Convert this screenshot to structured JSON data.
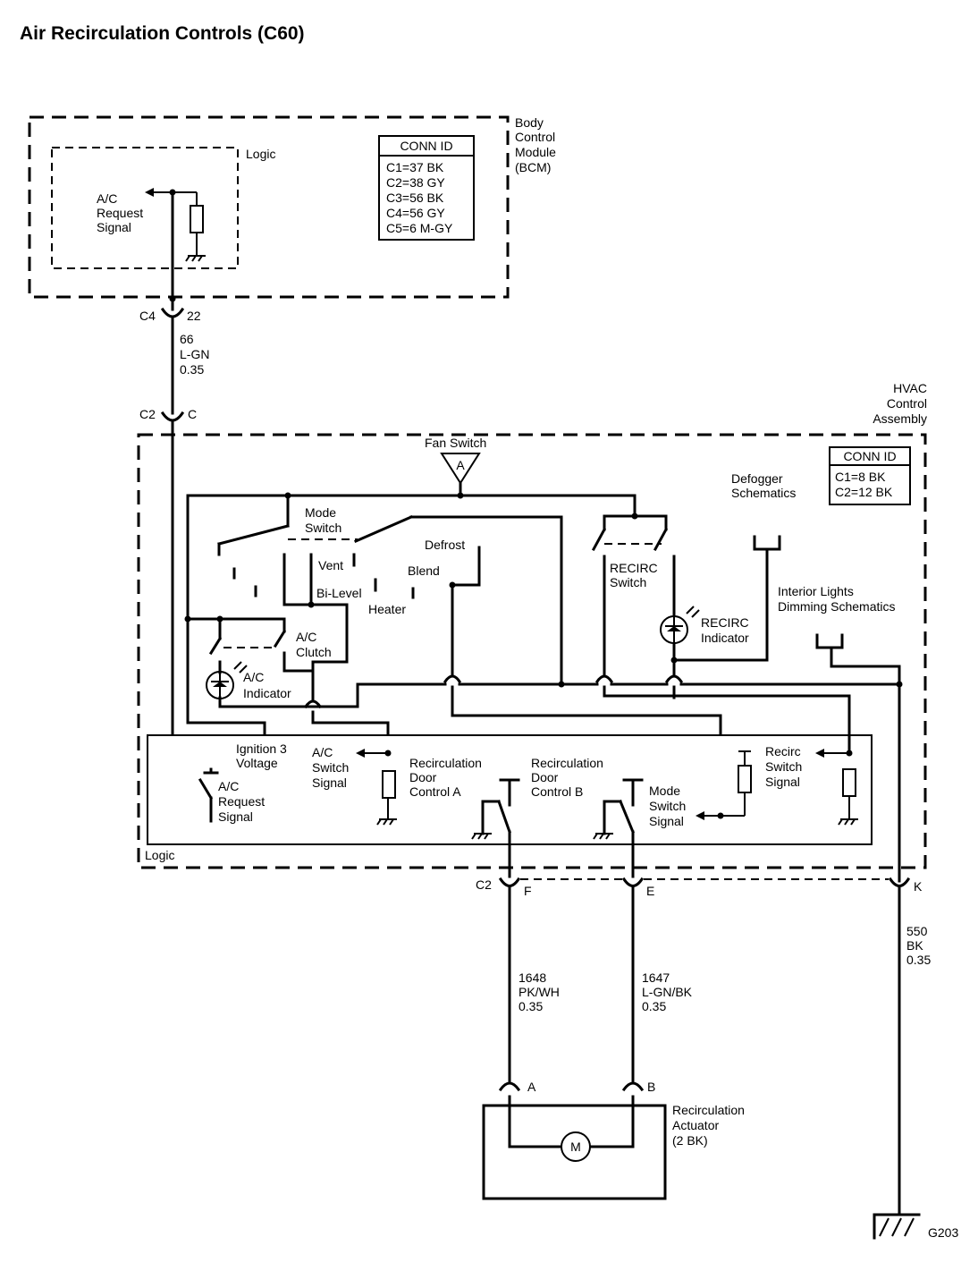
{
  "title": "Air Recirculation Controls (C60)",
  "bcm": {
    "name": [
      "Body",
      "Control",
      "Module",
      "(BCM)"
    ],
    "logic_label": "Logic",
    "conn_id_header": "CONN ID",
    "conn_id": [
      "C1=37 BK",
      "C2=38 GY",
      "C3=56 BK",
      "C4=56 GY",
      "C5=6 M-GY"
    ],
    "ac_request_signal": [
      "A/C",
      "Request",
      "Signal"
    ]
  },
  "connector_c4": {
    "name": "C4",
    "pin": "22"
  },
  "wire_66": [
    "66",
    "L-GN",
    "0.35"
  ],
  "connector_c2_c": {
    "name": "C2",
    "pin": "C"
  },
  "hvac": {
    "name": [
      "HVAC",
      "Control",
      "Assembly"
    ],
    "conn_id_header": "CONN ID",
    "conn_id": [
      "C1=8 BK",
      "C2=12 BK"
    ],
    "fan_switch": "Fan Switch",
    "fan_switch_ref": "A",
    "mode_switch": [
      "Mode",
      "Switch"
    ],
    "vent": "Vent",
    "bi_level": "Bi-Level",
    "heater": "Heater",
    "defrost": "Defrost",
    "blend": "Blend",
    "recirc_switch": [
      "RECIRC",
      "Switch"
    ],
    "recirc_indicator": [
      "RECIRC",
      "Indicator"
    ],
    "defogger": [
      "Defogger",
      "Schematics"
    ],
    "interior_lights": [
      "Interior Lights",
      "Dimming Schematics"
    ],
    "ac_clutch": [
      "A/C",
      "Clutch"
    ],
    "ac_indicator": [
      "A/C",
      "Indicator"
    ],
    "logic_label": "Logic",
    "ignition_3": [
      "Ignition 3",
      "Voltage"
    ],
    "ac_request_signal": [
      "A/C",
      "Request",
      "Signal"
    ],
    "ac_switch_signal": [
      "A/C",
      "Switch",
      "Signal"
    ],
    "recirc_door_a": [
      "Recirculation",
      "Door",
      "Control A"
    ],
    "recirc_door_b": [
      "Recirculation",
      "Door",
      "Control B"
    ],
    "mode_switch_signal": [
      "Mode",
      "Switch",
      "Signal"
    ],
    "recirc_switch_signal": [
      "Recirc",
      "Switch",
      "Signal"
    ]
  },
  "connector_c2_bottom": {
    "name": "C2",
    "pin_f": "F",
    "pin_e": "E",
    "pin_k": "K"
  },
  "wire_1648": [
    "1648",
    "PK/WH",
    "0.35"
  ],
  "wire_1647": [
    "1647",
    "L-GN/BK",
    "0.35"
  ],
  "wire_550": [
    "550",
    "BK",
    "0.35"
  ],
  "actuator": {
    "pin_a": "A",
    "pin_b": "B",
    "motor": "M",
    "name": [
      "Recirculation",
      "Actuator",
      "(2 BK)"
    ]
  },
  "ground": "G203"
}
